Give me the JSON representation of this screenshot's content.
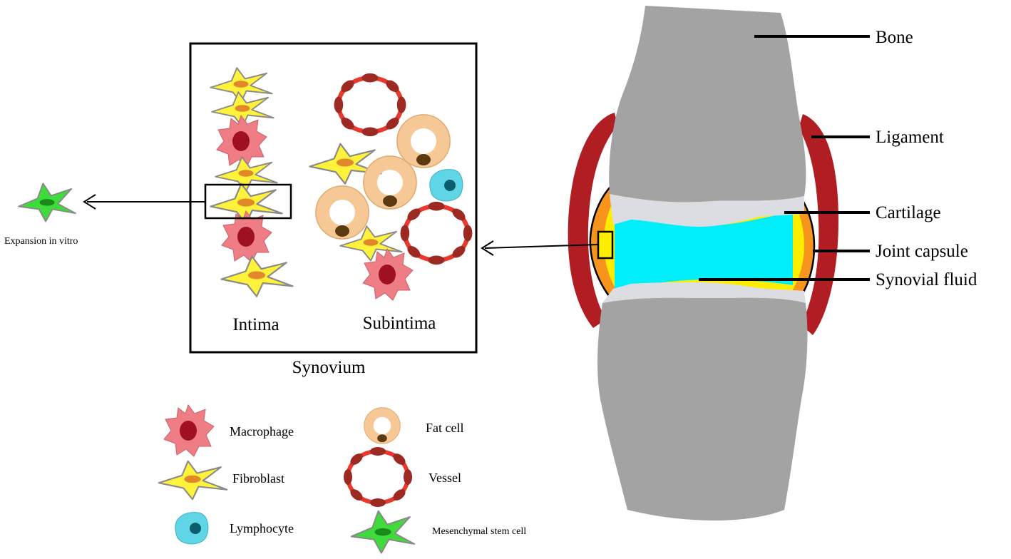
{
  "joint_labels": {
    "bone": "Bone",
    "ligament": "Ligament",
    "cartilage": "Cartilage",
    "joint_capsule": "Joint capsule",
    "synovial_fluid": "Synovial fluid"
  },
  "synovium": {
    "title": "Synovium",
    "intima": "Intima",
    "subintima": "Subintima"
  },
  "expansion": "Expansion in vitro",
  "legend": {
    "macrophage": "Macrophage",
    "fibroblast": "Fibroblast",
    "lymphocyte": "Lymphocyte",
    "fat_cell": "Fat cell",
    "vessel": "Vessel",
    "msc": "Mesenchymal stem cell"
  },
  "colors": {
    "bone": "#a3a3a3",
    "ligament": "#b01e23",
    "capsule_orange": "#f7941d",
    "capsule_yellow": "#ffed00",
    "cartilage": "#dcdde3",
    "synovial_fluid": "#00eefa",
    "macrophage": "#ef7d86",
    "macrophage_nucleus": "#9e1022",
    "fibroblast": "#fff23a",
    "fibroblast_nucleus": "#e0882a",
    "lymphocyte": "#5fd5e5",
    "lymphocyte_nucleus": "#0b5d6b",
    "fat_cell": "#f5c896",
    "fat_nucleus": "#5b3a12",
    "vessel": "#e8392f",
    "vessel_segment": "#9c2a22",
    "msc": "#3ddc3a",
    "msc_nucleus": "#1a8a1a"
  }
}
